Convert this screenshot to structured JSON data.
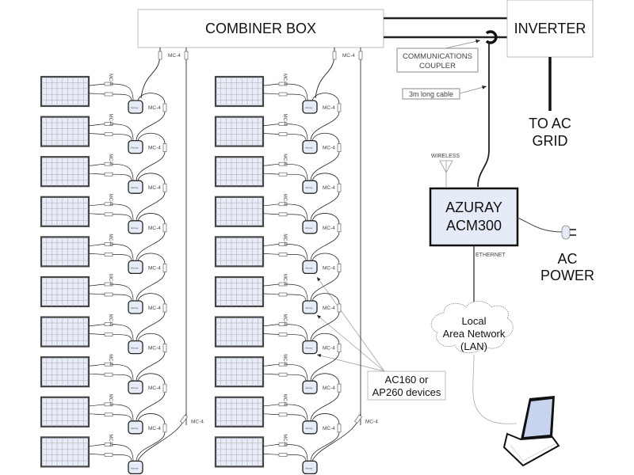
{
  "title": "Azuray ACM300 solar monitoring wiring diagram",
  "combiner_box": {
    "label": "COMBINER BOX"
  },
  "inverter": {
    "label": "INVERTER"
  },
  "ac_grid": {
    "line1": "TO AC",
    "line2": "GRID"
  },
  "communications_coupler": {
    "line1": "COMMUNICATIONS",
    "line2": "COUPLER"
  },
  "cable_note": {
    "label": "3m long cable"
  },
  "wireless": {
    "label": "WIRELESS"
  },
  "acm300": {
    "line1": "AZURAY",
    "line2": "ACM300"
  },
  "ethernet": {
    "label": "ETHERNET"
  },
  "ac_power": {
    "line1": "AC",
    "line2": "POWER"
  },
  "lan": {
    "line1": "Local",
    "line2": "Area Network",
    "line3": "(LAN)"
  },
  "devices_callout": {
    "line1": "AC160 or",
    "line2": "AP260 devices"
  },
  "connector_label": "MC-4",
  "device_label": "Azuray",
  "strings": [
    {
      "name": "left-string",
      "panel_count": 10
    },
    {
      "name": "right-string",
      "panel_count": 10
    }
  ],
  "colors": {
    "panel_fill": "#e8ecf8",
    "panel_border": "#444444",
    "acm_fill": "#e6ecf7",
    "line": "#222222",
    "thin_line": "#888888"
  }
}
